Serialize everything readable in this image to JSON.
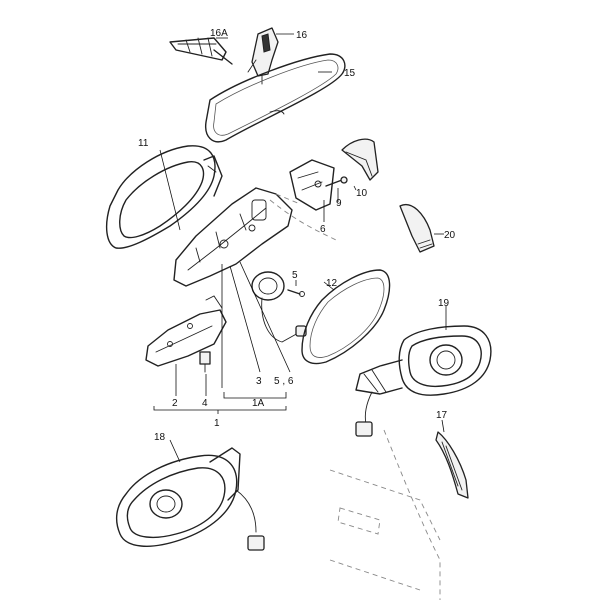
{
  "callouts": {
    "c16a": "16A",
    "c16": "16",
    "c15": "15",
    "c11": "11",
    "c10": "10",
    "c9": "9",
    "c6": "6",
    "c20": "20",
    "c5": "5",
    "c12": "12",
    "c19": "19",
    "c3": "3",
    "c56": "5 , 6",
    "c2": "2",
    "c4": "4",
    "c1a": "1A",
    "c1": "1",
    "c18": "18",
    "c17": "17"
  }
}
